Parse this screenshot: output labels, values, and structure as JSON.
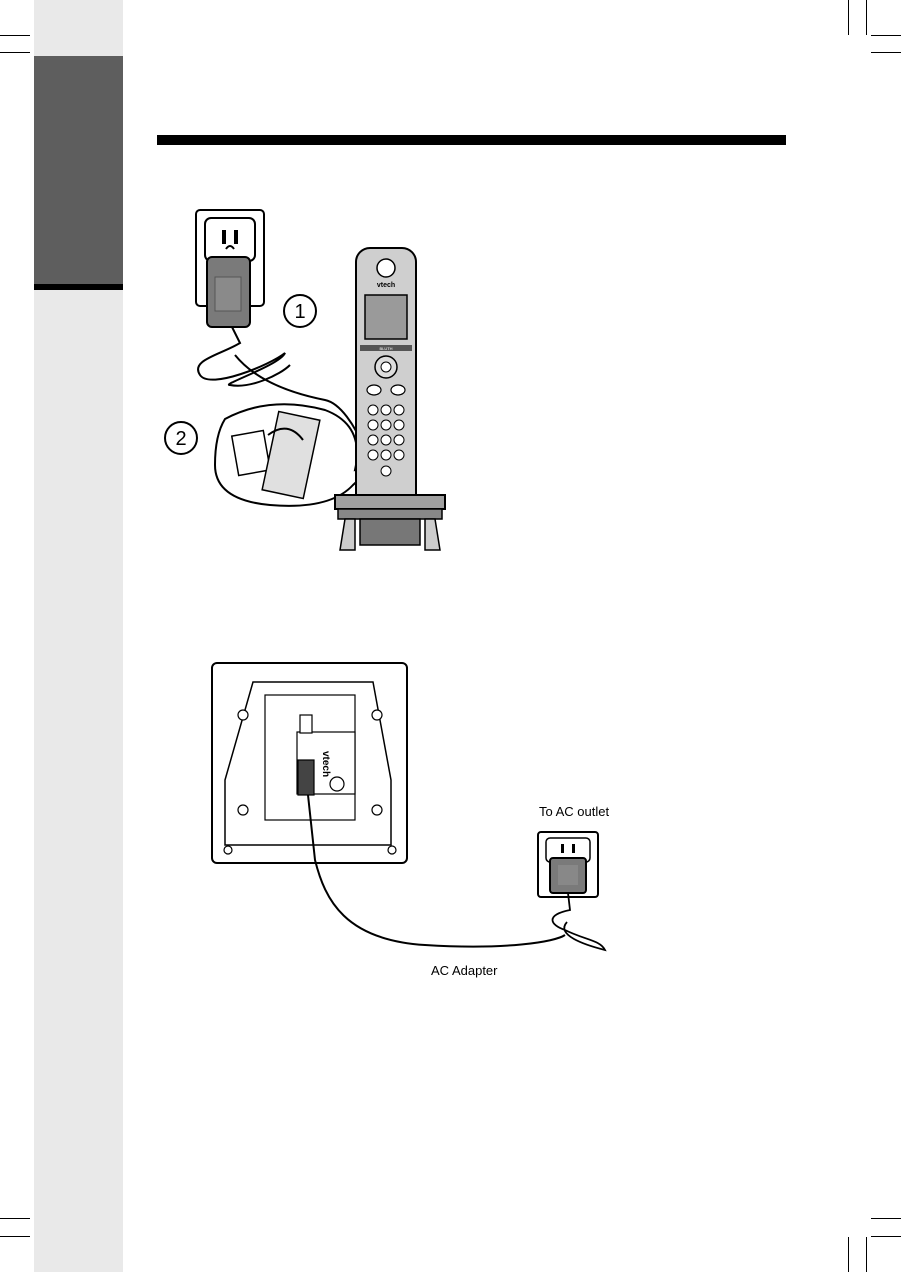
{
  "page": {
    "sidebar_tab_color": "#5e5e5e",
    "sidebar_color": "#e9e9e9"
  },
  "figure_top": {
    "step_markers": [
      "1",
      "2"
    ],
    "handset_brand": "vtech",
    "handset_softkey_label": "BLUTH"
  },
  "figure_bottom": {
    "base_brand": "vtech",
    "outlet_label": "To AC outlet",
    "adapter_label": "AC Adapter"
  }
}
